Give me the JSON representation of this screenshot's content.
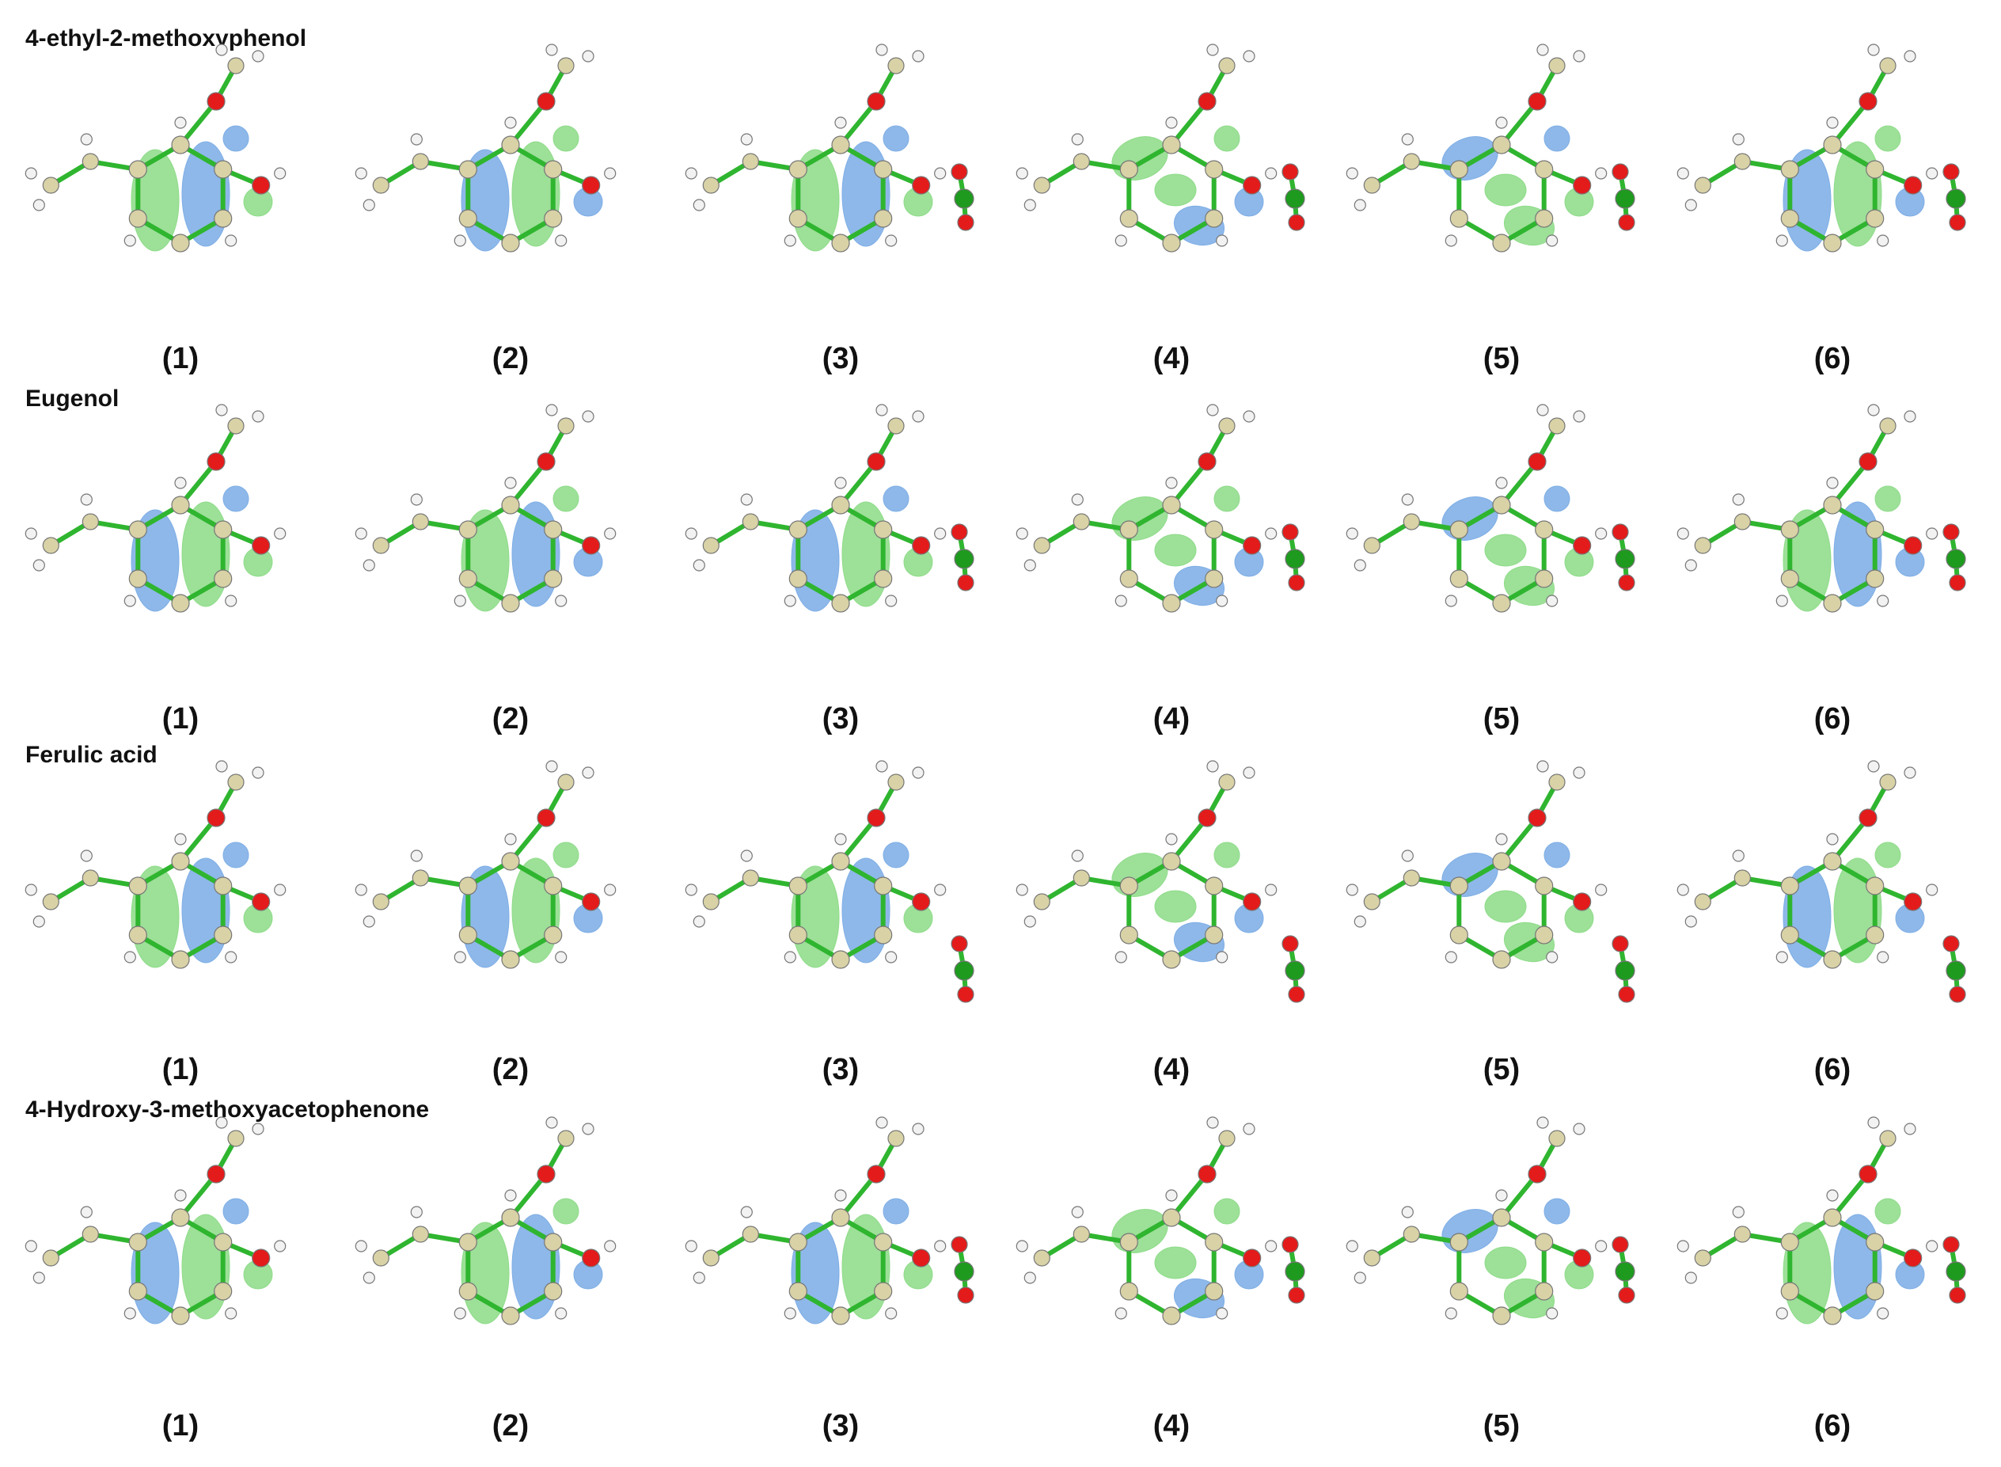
{
  "colors": {
    "orbital_positive": "#8fdc8a",
    "orbital_negative": "#7eaee6",
    "bond": "#2fb52f",
    "carbon": "#d8d2a6",
    "hydrogen": "#f2f2f2",
    "oxygen": "#e31b1b",
    "cl_atom": "#1e9a1e"
  },
  "icons": {
    "molecule": "molecular-orbital-isosurface-render"
  },
  "rows": [
    {
      "title": "4-ethyl-2-methoxyphenol",
      "panels": [
        "(1)",
        "(2)",
        "(3)",
        "(4)",
        "(5)",
        "(6)"
      ],
      "oxidant_in_panels": [
        3,
        4,
        5,
        6
      ]
    },
    {
      "title": "Eugenol",
      "panels": [
        "(1)",
        "(2)",
        "(3)",
        "(4)",
        "(5)",
        "(6)"
      ],
      "oxidant_in_panels": [
        3,
        4,
        5,
        6
      ]
    },
    {
      "title": "Ferulic acid",
      "panels": [
        "(1)",
        "(2)",
        "(3)",
        "(4)",
        "(5)",
        "(6)"
      ],
      "oxidant_in_panels": [
        3,
        4,
        5,
        6
      ]
    },
    {
      "title": "4-Hydroxy-3-methoxyacetophenone",
      "panels": [
        "(1)",
        "(2)",
        "(3)",
        "(4)",
        "(5)",
        "(6)"
      ],
      "oxidant_in_panels": [
        3,
        4,
        5,
        6
      ]
    }
  ]
}
